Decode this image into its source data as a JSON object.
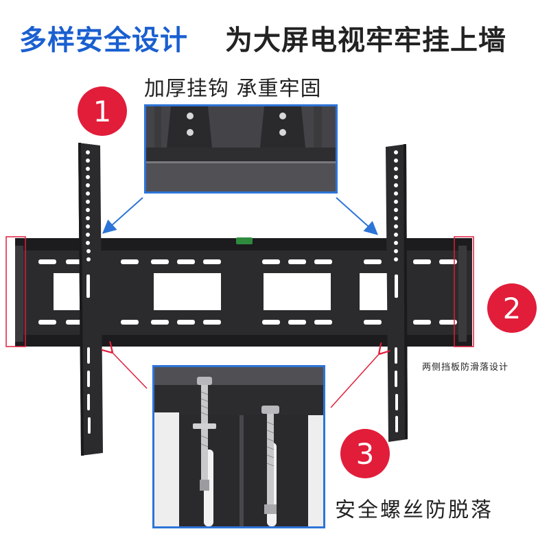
{
  "headline": {
    "left": "多样安全设计",
    "right": "为大屏电视牢牢挂上墙"
  },
  "callouts": [
    {
      "number": "1",
      "text": "加厚挂钩 承重牢固"
    },
    {
      "number": "2",
      "text": "两侧挡板防滑落设计"
    },
    {
      "number": "3",
      "text": "安全螺丝防脱落"
    }
  ],
  "colors": {
    "headline_blue": "#1a5fd0",
    "badge_red": "#e11d3a",
    "inset_border_blue": "#2d74d8",
    "arrow_blue": "#2d74d8",
    "arrow_red": "#e11d3a",
    "bracket_black": "#2b2b2d"
  }
}
